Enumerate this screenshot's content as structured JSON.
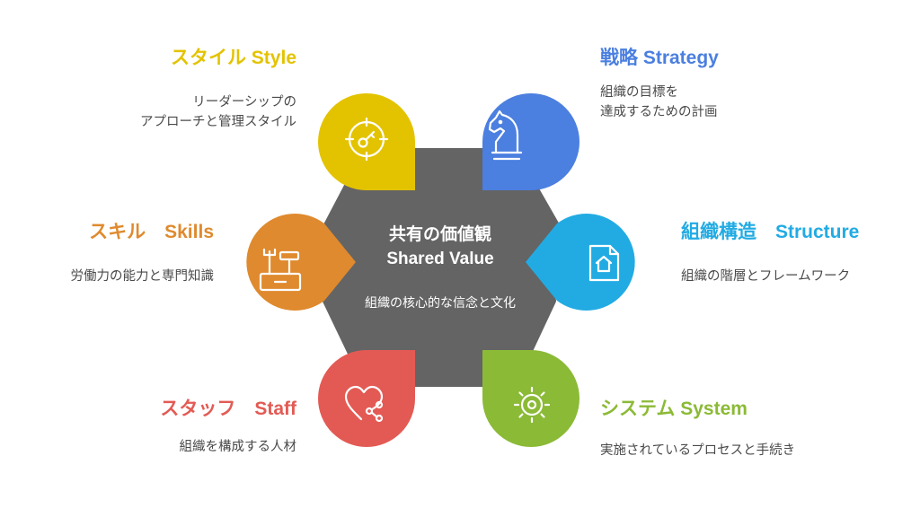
{
  "colors": {
    "hub": "#646464",
    "style": "#E3C300",
    "strategy": "#4B7FE0",
    "skills": "#DF8A2E",
    "structure": "#22ABE3",
    "staff": "#E35A54",
    "systems": "#8BBA36"
  },
  "hub": {
    "title_line1": "共有の価値観",
    "title_line2": "Shared Value",
    "description": "組織の核心的な信念と文化"
  },
  "elements": {
    "style": {
      "title": "スタイル Style",
      "desc_line1": "リーダーシップの",
      "desc_line2": "アプローチと管理スタイル",
      "icon": "target-key-icon"
    },
    "strategy": {
      "title": "戦略 Strategy",
      "desc_line1": "組織の目標を",
      "desc_line2": "達成するための計画",
      "icon": "chess-knight-icon"
    },
    "skills": {
      "title": "スキル　Skills",
      "desc_line1": "労働力の能力と専門知識",
      "icon": "toolbox-icon"
    },
    "structure": {
      "title": "組織構造　Structure",
      "desc_line1": "組織の階層とフレームワーク",
      "icon": "document-home-icon"
    },
    "staff": {
      "title": "スタッフ　Staff",
      "desc_line1": "組織を構成する人材",
      "icon": "heart-share-icon"
    },
    "systems": {
      "title": "システム System",
      "desc_line1": "実施されているプロセスと手続き",
      "icon": "sun-gear-icon"
    }
  }
}
